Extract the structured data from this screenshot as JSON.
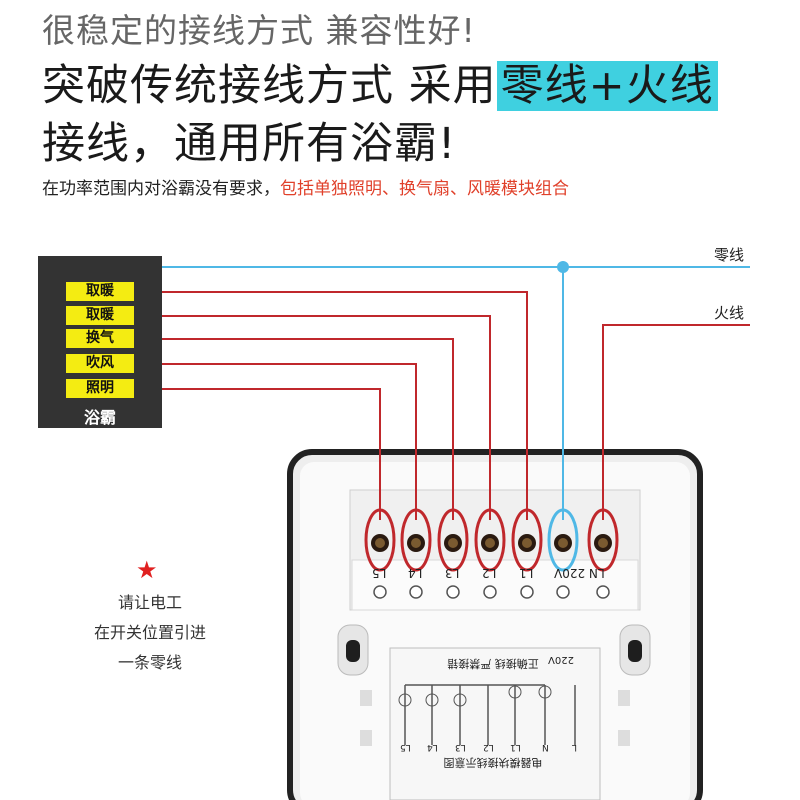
{
  "headline": {
    "sub": "很稳定的接线方式 兼容性好!",
    "main_prefix": "突破传统接线方式 采用",
    "main_highlight": "零线+火线",
    "main_line2": "接线，通用所有浴霸!",
    "note_black": "在功率范围内对浴霸没有要求，",
    "note_red": "包括单独照明、换气扇、风暖模块组合"
  },
  "bath_heater": {
    "title": "浴霸",
    "functions": [
      "取暖",
      "取暖",
      "换气",
      "吹风",
      "照明"
    ]
  },
  "wires": {
    "neutral": "零线",
    "live": "火线"
  },
  "terminals": [
    "L5",
    "L4",
    "L3",
    "L2",
    "L1",
    "N 220V",
    "L"
  ],
  "instruction": {
    "line1": "请让电工",
    "line2": "在开关位置引进",
    "line3": "一条零线"
  },
  "module_text": {
    "voltage": "220V",
    "top_line": "正确接线  严禁接错",
    "bottom_line": "电器模块接线示意图",
    "labels": [
      "L5",
      "L4",
      "L3",
      "L2",
      "L1",
      "N",
      "L"
    ]
  },
  "colors": {
    "highlight": "#3fd0e0",
    "live_wire": "#c0282c",
    "neutral_wire": "#4fb8e6",
    "note_red": "#e0402a",
    "tag_yellow": "#f4ec12"
  }
}
